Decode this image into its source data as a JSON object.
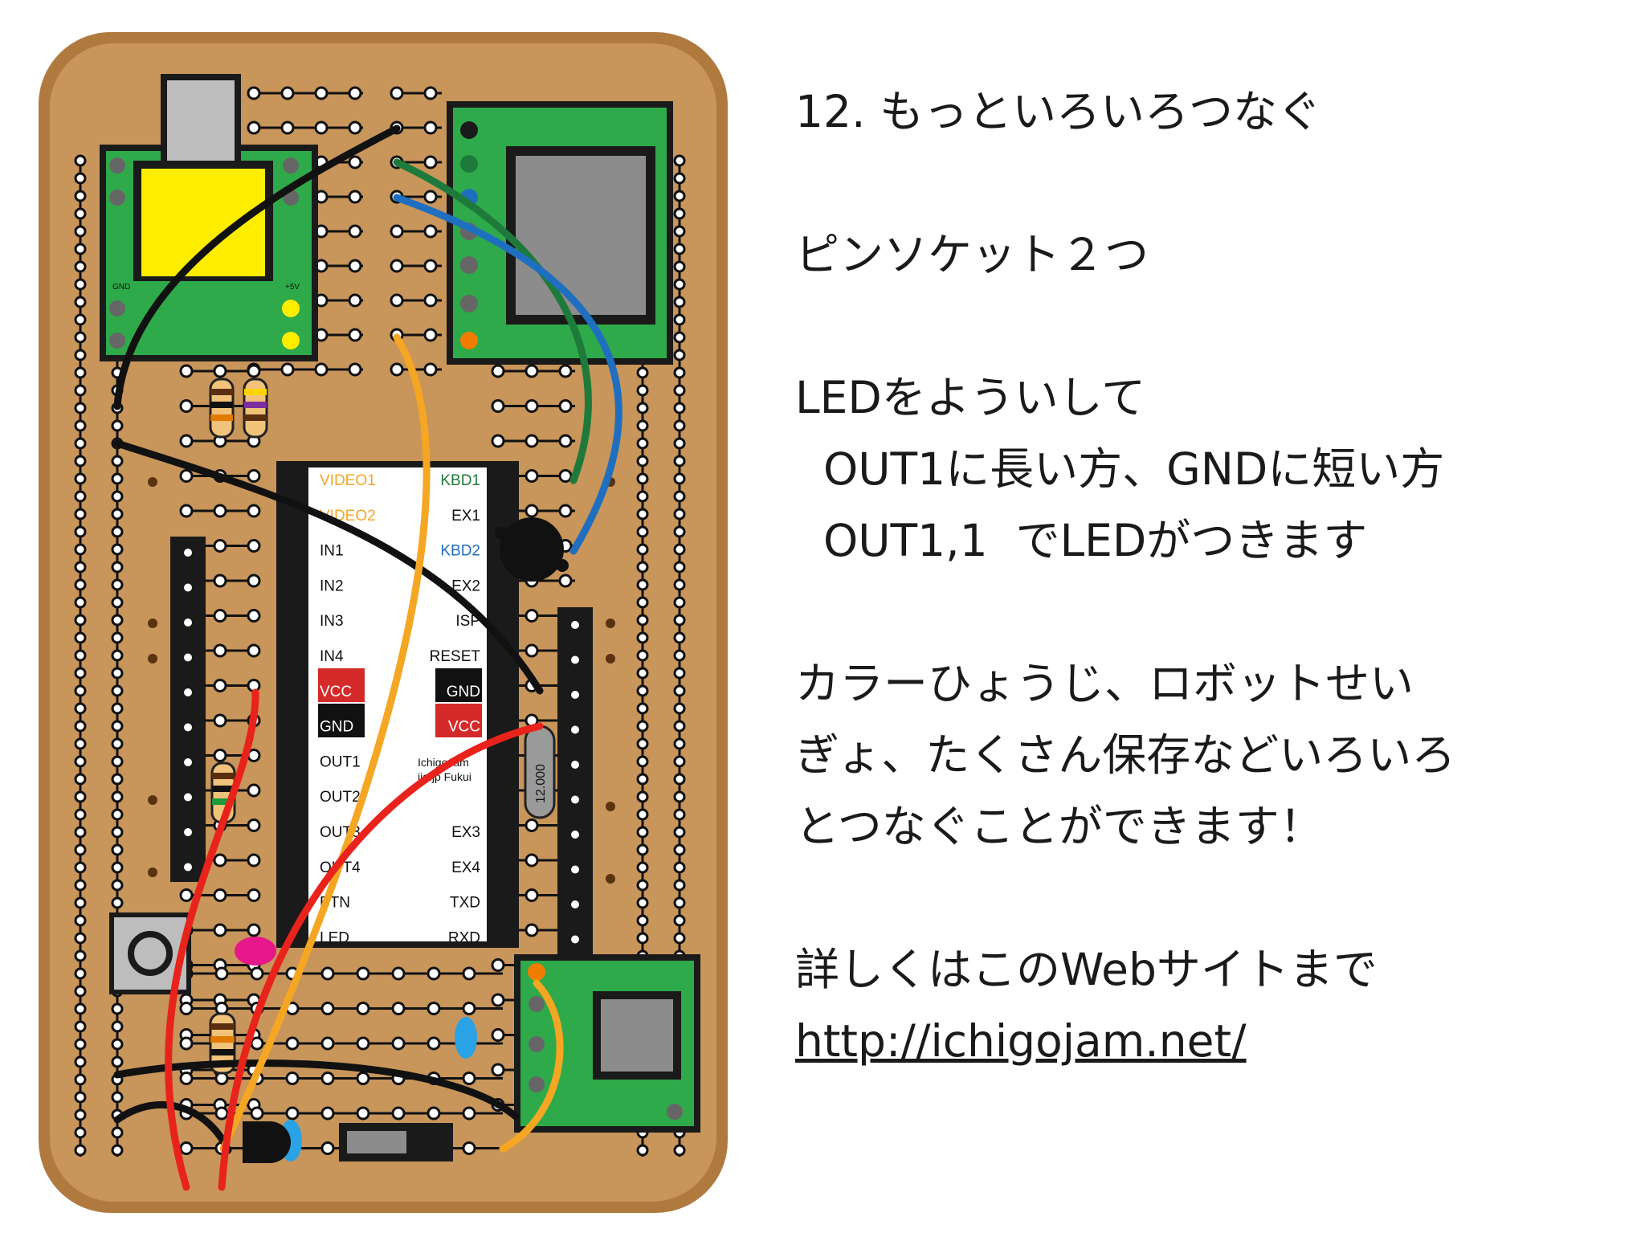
{
  "slide": {
    "title": "12. もっといろいろつなぐ",
    "socket_line": "ピンソケット２つ",
    "led_line_1": "LEDをよういして",
    "led_line_2": "  OUT1に長い方、GNDに短い方",
    "led_line_3": "  OUT1,1  でLEDがつきます",
    "info_line_1": "カラーひょうじ、ロボットせい",
    "info_line_2": "ぎょ、たくさん保存などいろいろ",
    "info_line_3": "とつなぐことができます！",
    "web_line": "詳しくはこのWebサイトまで",
    "url": "http://ichigojam.net/"
  },
  "board": {
    "left_pins": [
      "VIDEO1",
      "VIDEO2",
      "IN1",
      "IN2",
      "IN3",
      "IN4",
      "VCC",
      "GND",
      "OUT1",
      "OUT2",
      "OUT3",
      "OUT4",
      "BTN",
      "LED"
    ],
    "right_pins": [
      "KBD1",
      "EX1",
      "KBD2",
      "EX2",
      "ISP",
      "RESET",
      "GND",
      "VCC",
      "",
      "",
      "EX3",
      "EX4",
      "TXD",
      "RXD"
    ],
    "chip_credit_1": "IchigoJam",
    "chip_credit_2": "jig.jp Fukui",
    "crystal_label": "12.000",
    "pad_label_gnd": "GND",
    "pad_label_vcc": "+5V",
    "colors": {
      "board": "#c8955a",
      "board_edge": "#b07a3f",
      "pcb_green": "#2eaa4a",
      "wire_black": "#111111",
      "wire_red": "#e8231c",
      "wire_orange": "#f5a623",
      "wire_green": "#1e7a3a",
      "wire_blue": "#1f6fc0"
    }
  }
}
